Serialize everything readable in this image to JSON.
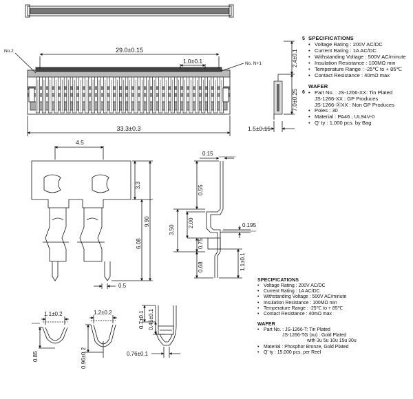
{
  "callouts": {
    "no2": "No.2",
    "noN1": "No. N+1"
  },
  "dims_top": {
    "width_29": "29.0±0.15",
    "pitch_1": "1.0±0.1",
    "overall_33": "33.3±0.3",
    "height_24": "2.4±0.1",
    "height_70": "7.0±0.25",
    "depth_15": "1.5±0.15"
  },
  "dims_terminal": {
    "d45": "4.5",
    "d33": "3.3",
    "d990": "9.90",
    "d608": "6.08",
    "d05": "0.5",
    "d015": "0.15",
    "d055": "0.55",
    "d200": "2.00",
    "d350": "3.50",
    "d0195": "0.195",
    "d075": "0.75",
    "d068": "0.68",
    "d11b": "1.1±0.1"
  },
  "dims_bottom": {
    "d11": "1.1±0.2",
    "d085": "0.85",
    "d12": "1.2±0.2",
    "d096": "0.96±0.2",
    "d07": "0.7±0.1",
    "d045": "0.45±0.1",
    "d076": "0.76±0.1"
  },
  "spec1": {
    "num1": "5",
    "num2": "6",
    "spec_title": "SPECIFICATIONS",
    "items": [
      "Voltage Rating : 200V AC/DC",
      "Current Rating : 1A  AC/DC",
      "Withstanding Voltage : 500V AC/minute",
      "Insulation Resistance : 100MΩ min",
      "Temperature Range : -25℃ to + 85℃",
      "Contact Resistance : 40mΩ max"
    ],
    "wafer_title": "WAFER",
    "part_no": "Part No. : JS-1266-XX: Tin Plated",
    "part_sub1": "JS-1266-XX : GP Produces",
    "part_sub2": "JS-1266-ⓍXX : Non GP Produces",
    "wafer_items": [
      "Poles : 30",
      "Material : PA46 , UL94V-0",
      "Q' ty : 1,000 pcs. by Bag"
    ]
  },
  "spec2": {
    "spec_title": "SPECIFICATIONS",
    "items": [
      "Voltage Rating : 200V AC/DC",
      "Current Rating : 1A  AC/DC",
      "Withstanding Voltage : 500V AC/minute",
      "Insulation Resistance : 100MΩ min",
      "Temperature Range : -25℃ to + 85℃",
      "Contact Resistance : 40mΩ max"
    ],
    "wafer_title": "WAFER",
    "part_no": "Part No. : JS-1266-T: Tin Plated",
    "part_sub1": "JS-1266-TG (xu) : Gold Plated",
    "part_sub2": "with 3u 5u 10u 15u 30u",
    "wafer_items": [
      "Material : Phosphor Bronze, Gold Plated",
      "Q' ty : 15,000 pcs. per Reel"
    ]
  }
}
